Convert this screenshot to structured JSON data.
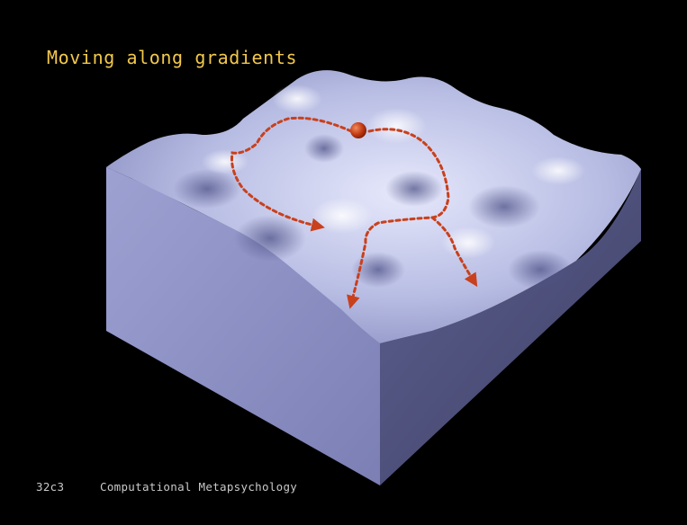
{
  "slide": {
    "title": "Moving along gradients",
    "footer": {
      "code": "32c3",
      "talk_title": "Computational Metapsychology"
    }
  },
  "illustration": {
    "subject": "3d-energy-landscape-block",
    "surface_color": "#b9bfe4",
    "side_color_left": "#8d91c4",
    "side_color_right": "#53557f",
    "path_color": "#c9401c",
    "ball_color": "#c23a12"
  }
}
